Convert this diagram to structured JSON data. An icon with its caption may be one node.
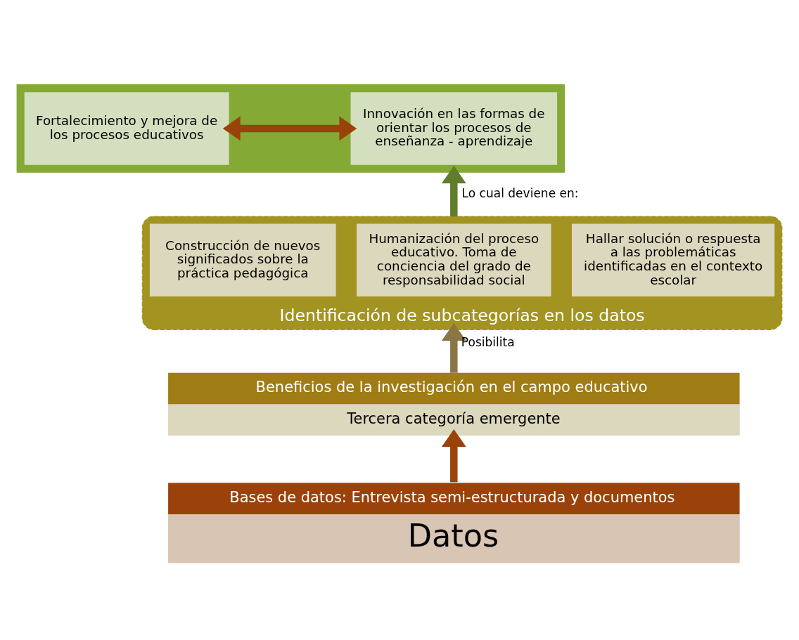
{
  "diagram": {
    "nodes": [
      {
        "text": [],
        "shape": "box"
      },
      {
        "text": [
          "Fortalecimiento y mejora de los procesos educativos"
        ],
        "in": 0
      },
      {
        "text": [
          "Innovación en las formas de orientar los procesos de enseñanza - aprendizaje"
        ],
        "in": 0
      },
      {
        "text": [
          "Identificación de subcategorías en los datos"
        ]
      },
      {
        "text": [
          "Hallar solución o respuesta a las problemáticas identificadas en el contexto escolar"
        ],
        "in": 3
      },
      {
        "text": [
          "Humanización del proceso educativo. Toma de conciencia del grado de responsabilidad social"
        ],
        "in": 3
      },
      {
        "text": [
          "Construcción de nuevos significados sobre la práctica pedagógica"
        ],
        "in": 3
      },
      {
        "text": [
          "Beneficios de la investigación en el campo educativo",
          "Tercera categoría emergente"
        ]
      },
      {
        "text": [
          "Bases de datos: Entrevista semi-estructurada y documentos",
          "Datos"
        ]
      }
    ],
    "edges": [
      {
        "from": 1,
        "to": 2,
        "arrow": "both",
        "color": "#9a420a"
      },
      {
        "from": 3,
        "to": 0,
        "arrow": "to",
        "label": "Lo cual deviene en:",
        "color": "#5f7d2a"
      },
      {
        "from": 7,
        "to": 3,
        "arrow": "to",
        "label": "Posibilita",
        "color": "#8c7545"
      },
      {
        "from": 8,
        "to": 7,
        "arrow": "to",
        "color": "#9a420a"
      }
    ]
  }
}
